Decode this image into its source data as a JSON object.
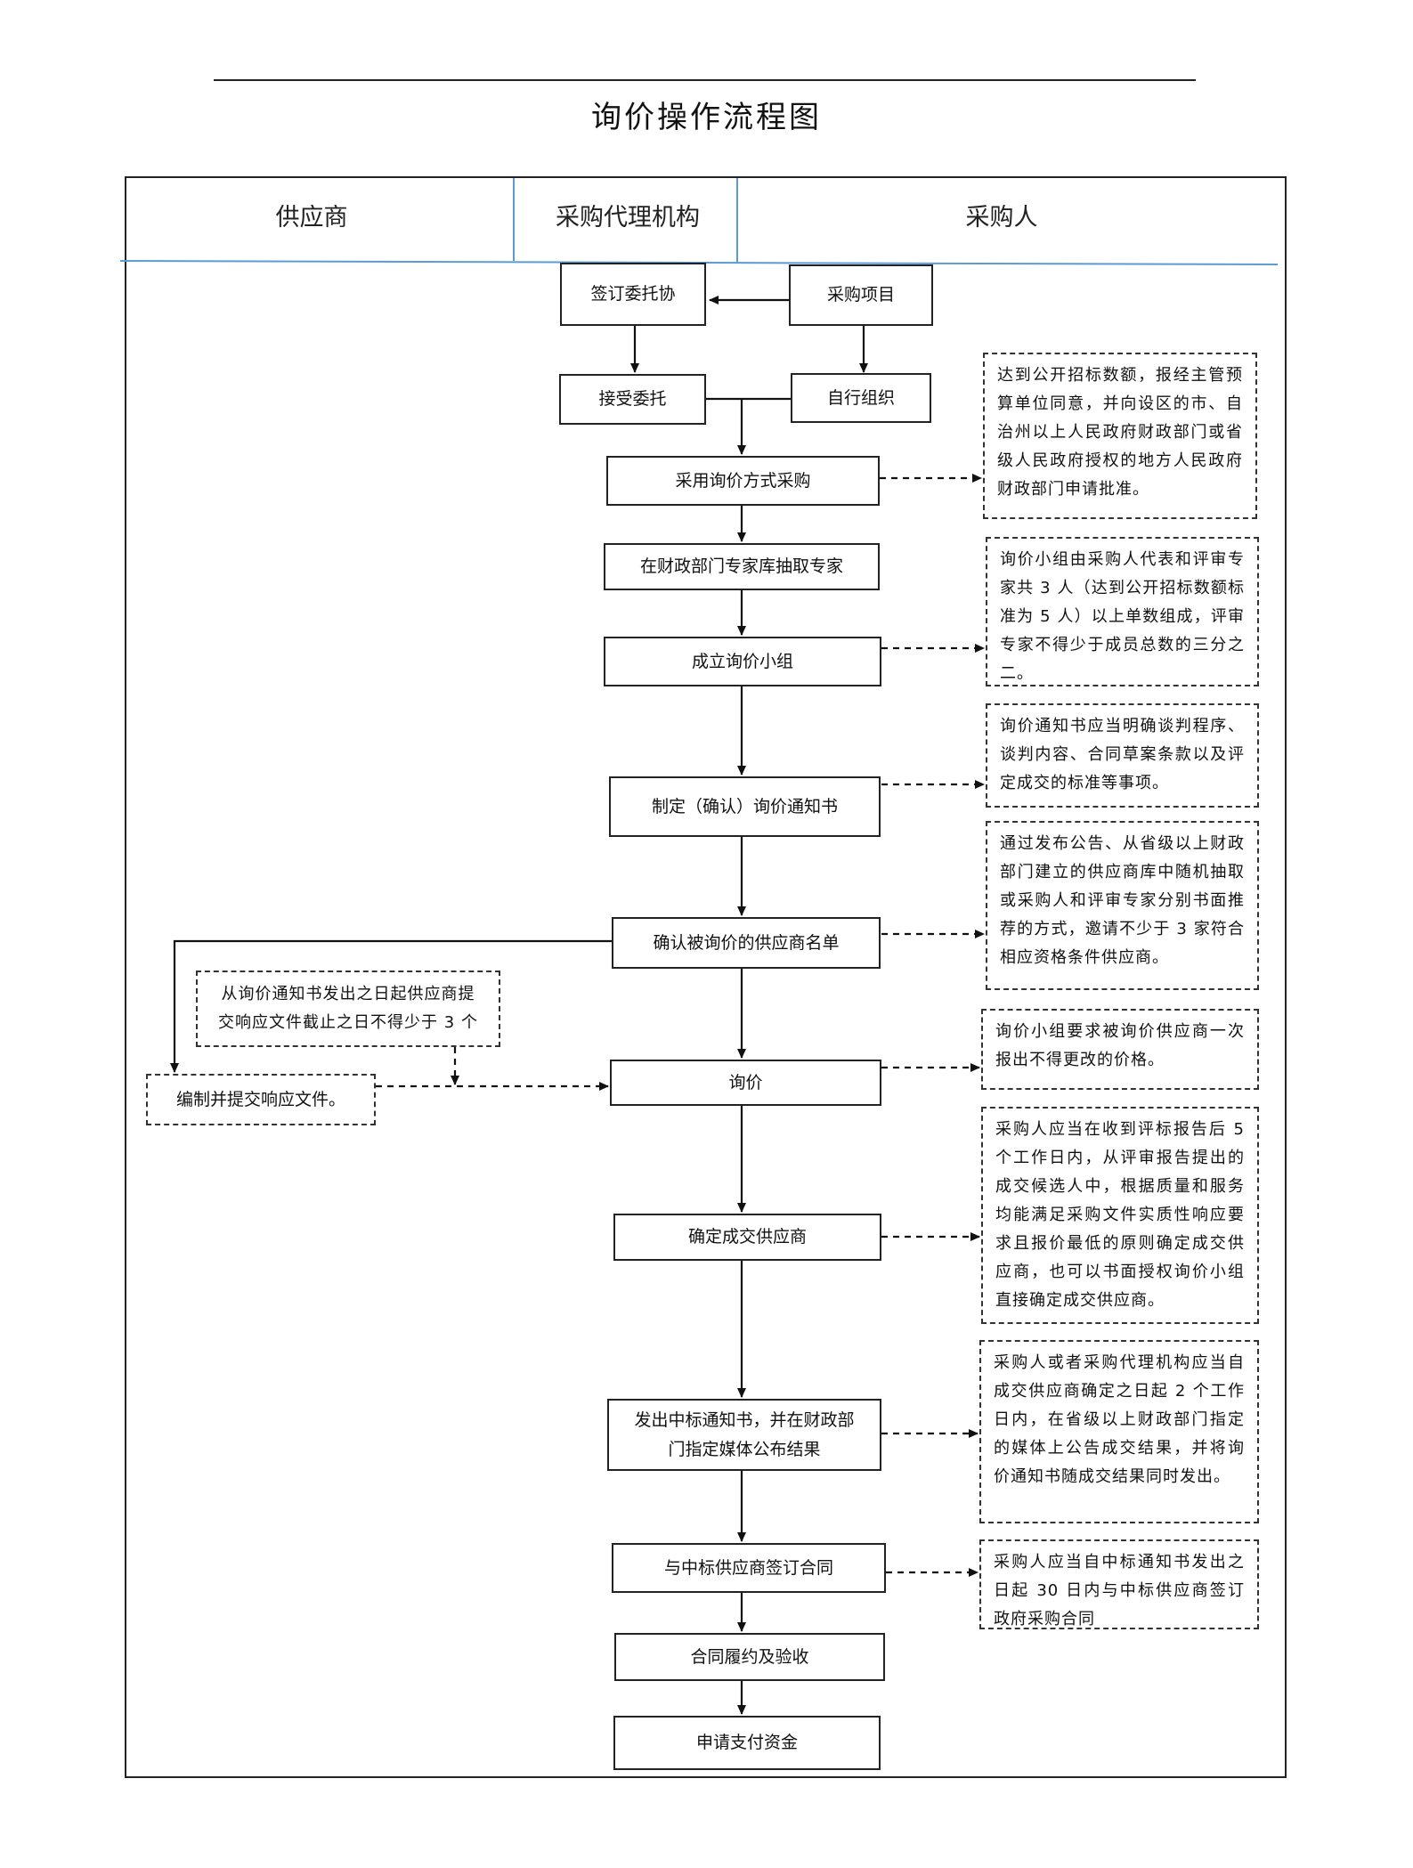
{
  "title": "询价操作流程图",
  "lanes": {
    "supplier": "供应商",
    "agency": "采购代理机构",
    "purchaser": "采购人"
  },
  "steps": {
    "sign_entrust": "签订委托协",
    "purchase_project": "采购项目",
    "accept_entrust": "接受委托",
    "self_organize": "自行组织",
    "use_inquiry": "采用询价方式采购",
    "draw_experts": "在财政部门专家库抽取专家",
    "form_group": "成立询价小组",
    "make_notice": "制定（确认）询价通知书",
    "confirm_suppliers": "确认被询价的供应商名单",
    "inquiry": "询价",
    "determine_supplier": "确定成交供应商",
    "issue_notice_l1": "发出中标通知书，并在财政部",
    "issue_notice_l2": "门指定媒体公布结果",
    "sign_contract": "与中标供应商签订合同",
    "perform_accept": "合同履约及验收",
    "apply_payment": "申请支付资金"
  },
  "supplier_side": {
    "prepare_response": "编制并提交响应文件。",
    "deadline_note_l1": "从询价通知书发出之日起供应商提",
    "deadline_note_l2": "交响应文件截止之日不得少于 3 个"
  },
  "notes": {
    "approval": "达到公开招标数额，报经主管预算单位同意，并向设区的市、自治州以上人民政府财政部门或省级人民政府授权的地方人民政府财政部门申请批准。",
    "group": "询价小组由采购人代表和评审专家共 3 人（达到公开招标数额标准为 5 人）以上单数组成，评审专家不得少于成员总数的三分之二。",
    "notice": "询价通知书应当明确谈判程序、谈判内容、合同草案条款以及评定成交的标准等事项。",
    "suppliers": "通过发布公告、从省级以上财政部门建立的供应商库中随机抽取或采购人和评审专家分别书面推荐的方式，邀请不少于 3 家符合相应资格条件供应商。",
    "price": "询价小组要求被询价供应商一次报出不得更改的价格。",
    "determine": "采购人应当在收到评标报告后 5 个工作日内，从评审报告提出的成交候选人中，根据质量和服务均能满足采购文件实质性响应要求且报价最低的原则确定成交供应商，也可以书面授权询价小组直接确定成交供应商。",
    "publish": "采购人或者采购代理机构应当自成交供应商确定之日起 2 个工作日内，在省级以上财政部门指定的媒体上公告成交结果，并将询价通知书随成交结果同时发出。",
    "contract": "采购人应当自中标通知书发出之日起 30 日内与中标供应商签订政府采购合同"
  },
  "colors": {
    "lane_divider": "#5b9bd5",
    "line": "#222222"
  }
}
